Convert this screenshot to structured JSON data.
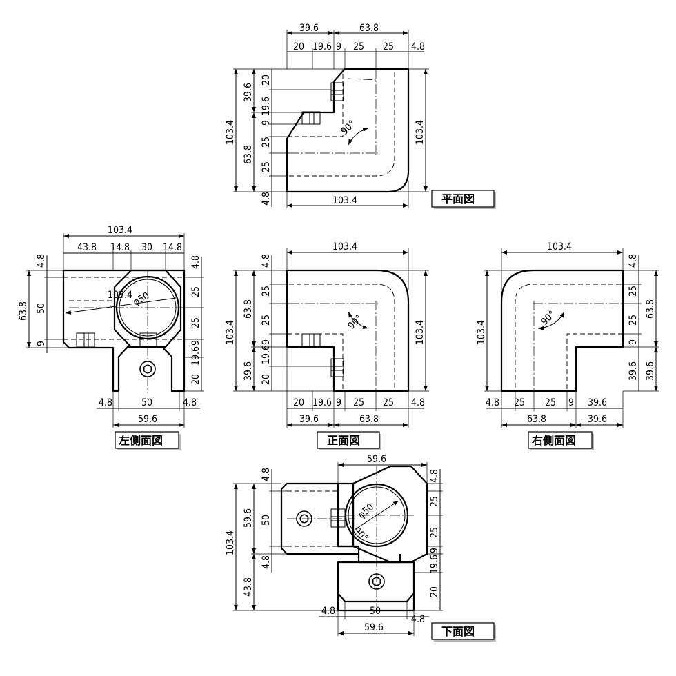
{
  "views": {
    "plan": {
      "title": "平面図",
      "dims": [
        "39.6",
        "63.8",
        "20",
        "19.6",
        "9",
        "25",
        "25",
        "4.8",
        "103.4",
        "39.6",
        "63.8",
        "20",
        "19.6",
        "9",
        "25",
        "25",
        "4.8",
        "103.4",
        "103.4",
        "90°"
      ]
    },
    "left": {
      "title": "左側面図",
      "dims": [
        "103.4",
        "43.8",
        "14.8",
        "30",
        "14.8",
        "4.8",
        "63.8",
        "50",
        "9",
        "4.8",
        "25",
        "25",
        "9",
        "19.6",
        "20",
        "4.8",
        "50",
        "4.8",
        "59.6",
        "103.4",
        "φ50"
      ]
    },
    "front": {
      "title": "正面図",
      "dims": [
        "103.4",
        "4.8",
        "103.4",
        "63.8",
        "25",
        "25",
        "9",
        "39.6",
        "19.6",
        "20",
        "103.4",
        "20",
        "19.6",
        "9",
        "25",
        "25",
        "4.8",
        "39.6",
        "63.8",
        "90°"
      ]
    },
    "right": {
      "title": "右側面図",
      "dims": [
        "103.4",
        "4.8",
        "25",
        "25",
        "9",
        "39.6",
        "63.8",
        "9",
        "39.6",
        "103.4",
        "4.8",
        "25",
        "25",
        "9",
        "39.6",
        "63.8",
        "39.6",
        "90°"
      ]
    },
    "bottom": {
      "title": "下面図",
      "dims": [
        "59.6",
        "4.8",
        "4.8",
        "59.6",
        "50",
        "103.4",
        "4.8",
        "43.8",
        "25",
        "25",
        "9",
        "19.6",
        "20",
        "4.8",
        "50",
        "4.8",
        "59.6",
        "φ50",
        "90°"
      ]
    }
  }
}
